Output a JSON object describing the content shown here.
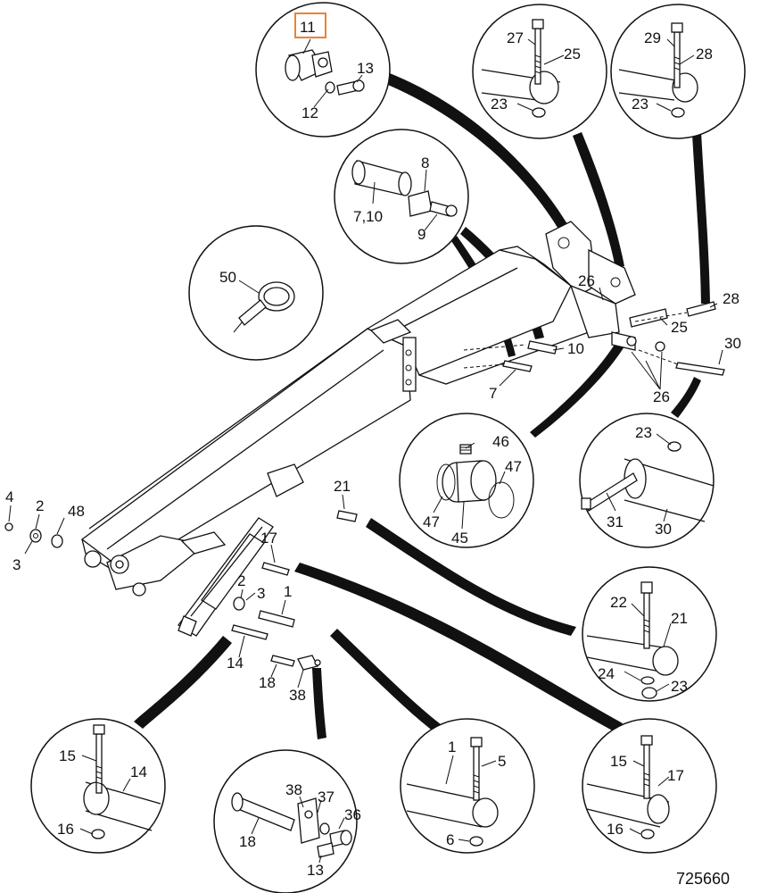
{
  "figure_ref": "725660",
  "highlighted_callout": "11",
  "callouts": {
    "c11": "11",
    "c12": "12",
    "c13": "13",
    "c27": "27",
    "c25a": "25",
    "c23a": "23",
    "c29": "29",
    "c28a": "28",
    "c23b": "23",
    "c8": "8",
    "c710": "7,10",
    "c9": "9",
    "c50": "50",
    "c26a": "26",
    "c28b": "28",
    "c25b": "25",
    "c10": "10",
    "c30a": "30",
    "c7": "7",
    "c26b": "26",
    "c46": "46",
    "c47a": "47",
    "c47b": "47",
    "c45": "45",
    "c23c": "23",
    "c31": "31",
    "c30b": "30",
    "c4": "4",
    "c2a": "2",
    "c48": "48",
    "c3a": "3",
    "c21a": "21",
    "c17a": "17",
    "c2b": "2",
    "c3b": "3",
    "c1a": "1",
    "c14a": "14",
    "c18a": "18",
    "c38a": "38",
    "c22": "22",
    "c21b": "21",
    "c24": "24",
    "c23d": "23",
    "c15a": "15",
    "c14b": "14",
    "c16a": "16",
    "c38b": "38",
    "c37": "37",
    "c36": "36",
    "c18b": "18",
    "c13b": "13",
    "c1b": "1",
    "c5": "5",
    "c6": "6",
    "c15b": "15",
    "c17b": "17",
    "c16b": "16"
  },
  "colors": {
    "line": "#111111",
    "highlight": "#e8823a",
    "background": "#ffffff"
  }
}
